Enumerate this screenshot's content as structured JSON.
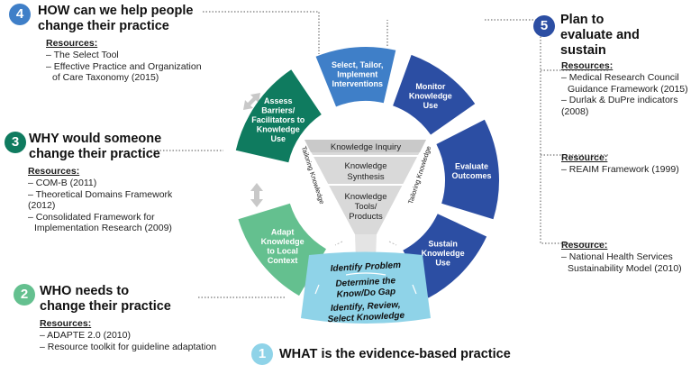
{
  "colors": {
    "blue_mid": "#3f7fc8",
    "blue_dark": "#2c4ea3",
    "teal_dark": "#0f7b5f",
    "green_light": "#64c08f",
    "cyan": "#8fd3e8",
    "gray": "#c8c8c8",
    "funnel_gray": "#d9d9d9"
  },
  "segments": {
    "select_tailor": "Select, Tailor, Implement Interventions",
    "monitor": "Monitor Knowledge Use",
    "evaluate": "Evaluate Outcomes",
    "sustain": "Sustain Knowledge Use",
    "adapt": "Adapt Knowledge to Local Context",
    "assess": "Assess Barriers/ Facilitators to Knowledge Use"
  },
  "center": {
    "inquiry": "Knowledge Inquiry",
    "synthesis": "Knowledge Synthesis",
    "tools": "Knowledge Tools/ Products",
    "tailoring_left": "Tailoring Knowledge",
    "tailoring_right": "Tailoring Knowledge",
    "identify_problem": "Identify Problem",
    "determine_gap": "Determine the Know/Do Gap",
    "identify_review": "Identify, Review, Select Knowledge"
  },
  "panels": {
    "p4": {
      "number": "4",
      "title": "HOW can we help people change their practice",
      "resources_label": "Resources:",
      "items": [
        "– The Select Tool",
        "– Effective Practice and Organization",
        "of Care Taxonomy (2015)"
      ]
    },
    "p3": {
      "number": "3",
      "title": "WHY would someone change their practice",
      "resources_label": "Resources:",
      "items": [
        "– COM-B (2011)",
        "– Theoretical Domains Framework (2012)",
        "– Consolidated Framework for",
        "Implementation Research (2009)"
      ]
    },
    "p2": {
      "number": "2",
      "title": "WHO needs to change their practice",
      "resources_label": "Resources:",
      "items": [
        "– ADAPTE 2.0 (2010)",
        "– Resource toolkit for guideline adaptation"
      ]
    },
    "p1": {
      "number": "1",
      "title": "WHAT is the evidence-based practice"
    },
    "p5": {
      "number": "5",
      "title": "Plan to evaluate and sustain",
      "groups": [
        {
          "label": "Resources:",
          "items": [
            "– Medical Research Council",
            "Guidance Framework (2015)",
            "– Durlak & DuPre indicators (2008)"
          ]
        },
        {
          "label": "Resource:",
          "items": [
            "– REAIM Framework (1999)"
          ]
        },
        {
          "label": "Resource:",
          "items": [
            "– National Health Services",
            "Sustainability Model (2010)"
          ]
        }
      ]
    }
  }
}
